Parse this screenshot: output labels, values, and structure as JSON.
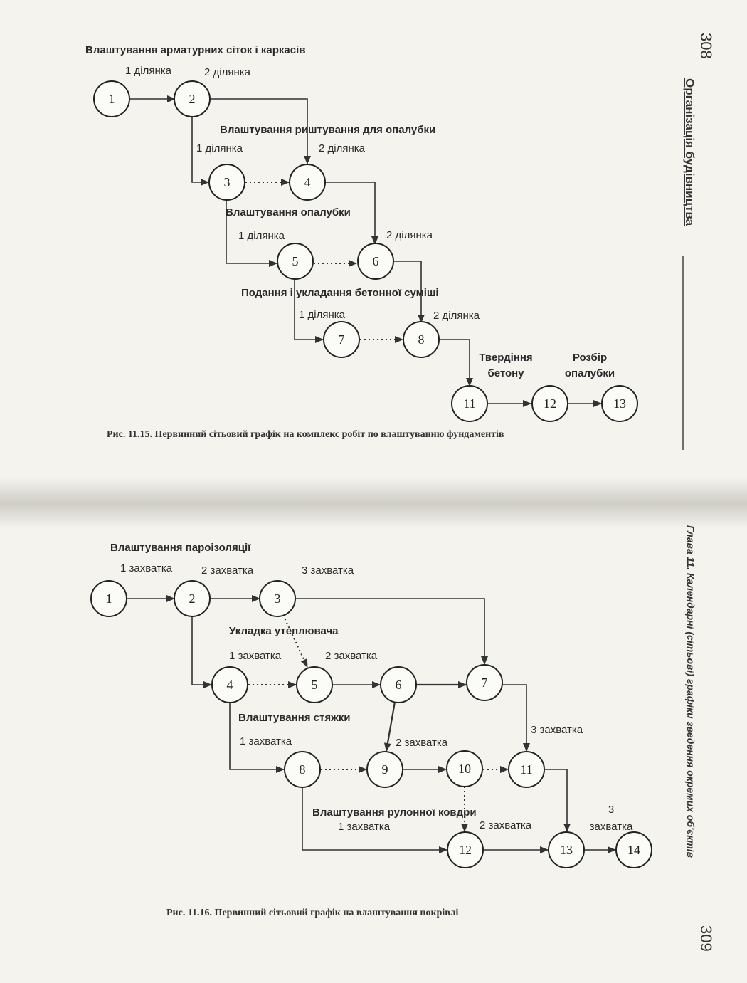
{
  "page_numbers": {
    "top": "308",
    "bottom": "309"
  },
  "running_heads": {
    "top": "Організація будівництва",
    "bottom": "Глава 11. Календарні (сітьові) графіки зведення окремих об'єктів"
  },
  "figures": [
    {
      "id": "fig15",
      "caption": "Рис. 11.15. Первинний сітьовий графік на комплекс робіт по влаштуванню фундаментів",
      "nodes": [
        "1",
        "2",
        "3",
        "4",
        "5",
        "6",
        "7",
        "8",
        "11",
        "12",
        "13"
      ],
      "edges": [
        {
          "from": "1",
          "to": "2",
          "type": "solid"
        },
        {
          "from": "2",
          "to": "4",
          "type": "solid"
        },
        {
          "from": "2",
          "to": "3",
          "type": "solid"
        },
        {
          "from": "3",
          "to": "4",
          "type": "dotted"
        },
        {
          "from": "4",
          "to": "6",
          "type": "solid"
        },
        {
          "from": "3",
          "to": "5",
          "type": "solid"
        },
        {
          "from": "5",
          "to": "6",
          "type": "dotted"
        },
        {
          "from": "6",
          "to": "8",
          "type": "solid"
        },
        {
          "from": "5",
          "to": "7",
          "type": "solid"
        },
        {
          "from": "7",
          "to": "8",
          "type": "dotted"
        },
        {
          "from": "8",
          "to": "11",
          "type": "solid"
        },
        {
          "from": "11",
          "to": "12",
          "type": "solid"
        },
        {
          "from": "12",
          "to": "13",
          "type": "solid"
        }
      ],
      "labels": {
        "work1": "Влаштування арматурних сіток і каркасів",
        "w1_s1": "1 ділянка",
        "w1_s2": "2 ділянка",
        "work2": "Влаштування  риштування для опалубки",
        "w2_s1": "1 ділянка",
        "w2_s2": "2 ділянка",
        "work3": "Влаштування опалубки",
        "w3_s1": "1 ділянка",
        "w3_s2": "2 ділянка",
        "work4": "Подання і укладання бетонної  суміші",
        "w4_s1": "1 ділянка",
        "w4_s2": "2 ділянка",
        "cure_1": "Твердіння",
        "cure_2": "бетону",
        "strip_1": "Розбір",
        "strip_2": "опалубки"
      }
    },
    {
      "id": "fig16",
      "caption": "Рис. 11.16. Первинний сітьовий графік на влаштування покрівлі",
      "nodes": [
        "1",
        "2",
        "3",
        "4",
        "5",
        "6",
        "7",
        "8",
        "9",
        "10",
        "11",
        "12",
        "13",
        "14"
      ],
      "edges": [
        {
          "from": "1",
          "to": "2",
          "type": "solid"
        },
        {
          "from": "2",
          "to": "3",
          "type": "solid"
        },
        {
          "from": "3",
          "to": "7",
          "type": "solid"
        },
        {
          "from": "3",
          "to": "5",
          "type": "dotted"
        },
        {
          "from": "2",
          "to": "4",
          "type": "solid"
        },
        {
          "from": "4",
          "to": "5",
          "type": "dotted"
        },
        {
          "from": "5",
          "to": "6",
          "type": "solid"
        },
        {
          "from": "6",
          "to": "7",
          "type": "solid"
        },
        {
          "from": "6",
          "to": "9",
          "type": "solid"
        },
        {
          "from": "7",
          "to": "11",
          "type": "solid"
        },
        {
          "from": "4",
          "to": "8",
          "type": "solid"
        },
        {
          "from": "8",
          "to": "9",
          "type": "dotted"
        },
        {
          "from": "9",
          "to": "10",
          "type": "solid"
        },
        {
          "from": "10",
          "to": "11",
          "type": "dotted"
        },
        {
          "from": "10",
          "to": "12",
          "type": "dotted"
        },
        {
          "from": "8",
          "to": "12",
          "type": "solid"
        },
        {
          "from": "11",
          "to": "13",
          "type": "solid"
        },
        {
          "from": "12",
          "to": "13",
          "type": "solid"
        },
        {
          "from": "13",
          "to": "14",
          "type": "solid"
        }
      ],
      "labels": {
        "work1": "Влаштування пароізоляції",
        "w1_s1": "1 захватка",
        "w1_s2": "2 захватка",
        "w1_s3": "3 захватка",
        "work2": "Укладка  утеплювача",
        "w2_s1": "1 захватка",
        "w2_s2": "2 захватка",
        "w2_s3": "3 захватка",
        "work3": "Влаштування стяжки",
        "w3_s1": "1 захватка",
        "w3_s2": "2 захватка",
        "work4": "Влаштування рулонної  ковдри",
        "w4_s1": "1 захватка",
        "w4_s2": "2 захватка",
        "w4_s3a": "3",
        "w4_s3b": "захватка"
      }
    }
  ]
}
